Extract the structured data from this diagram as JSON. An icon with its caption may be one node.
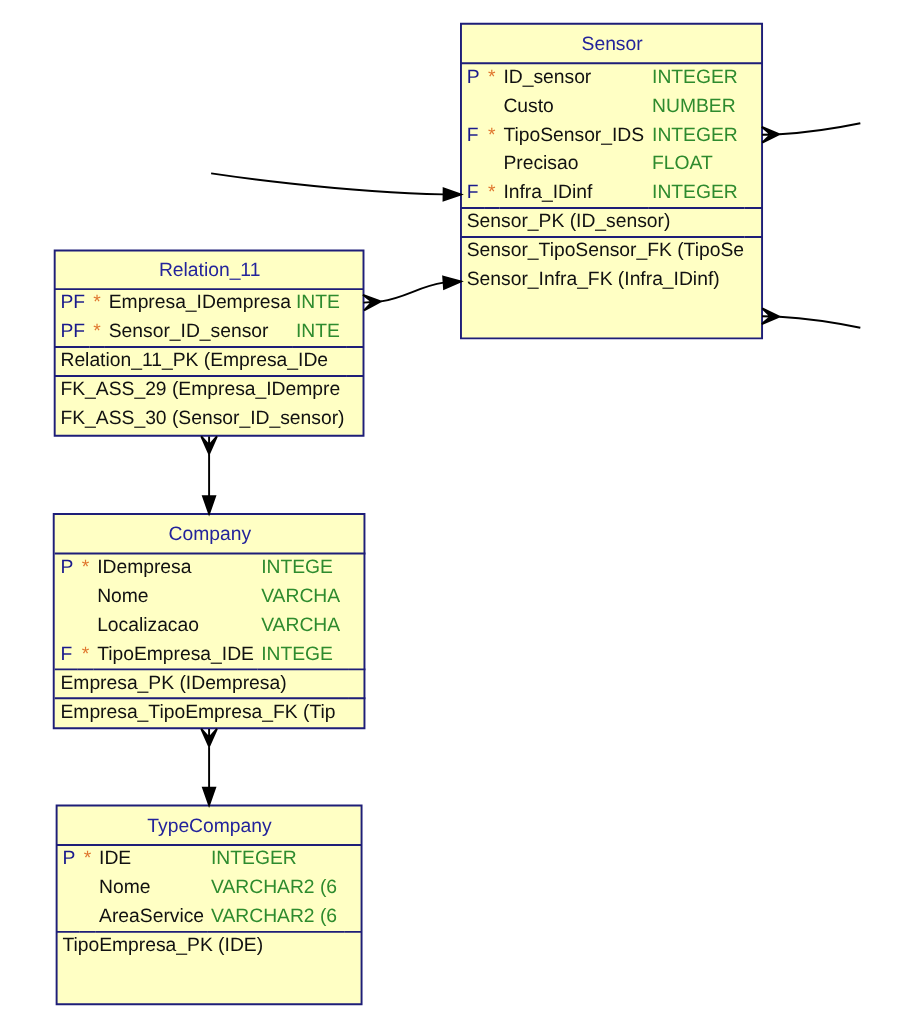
{
  "diagram": {
    "nodes": [
      {
        "text": [
          "Sensor",
          "P",
          "*",
          "ID_sensor",
          "INTEGER",
          "Custo",
          "NUMBER",
          "F",
          "*",
          "TipoSensor_IDS",
          "INTEGER",
          "Precisao",
          "FLOAT",
          "F",
          "*",
          "Infra_IDinf",
          "INTEGER",
          "Sensor_PK (ID_sensor)",
          "Sensor_TipoSensor_FK (TipoSe",
          "Sensor_Infra_FK (Infra_IDinf)"
        ]
      },
      {
        "text": [
          "Relation_11",
          "PF",
          "*",
          "Empresa_IDempresa",
          "INTE",
          "PF",
          "*",
          "Sensor_ID_sensor",
          "INTE",
          "Relation_11_PK (Empresa_IDe",
          "FK_ASS_29 (Empresa_IDempre",
          "FK_ASS_30 (Sensor_ID_sensor)"
        ]
      },
      {
        "text": [
          "Company",
          "P",
          "*",
          "IDempresa",
          "INTEGE",
          "Nome",
          "VARCHA",
          "Localizacao",
          "VARCHA",
          "F",
          "*",
          "TipoEmpresa_IDE",
          "INTEGE",
          "Empresa_PK (IDempresa)",
          "Empresa_TipoEmpresa_FK (Tip"
        ]
      },
      {
        "text": [
          "TypeCompany",
          "P",
          "*",
          "IDE",
          "INTEGER",
          "Nome",
          "VARCHAR2 (6",
          "AreaService",
          "VARCHAR2 (6",
          "TipoEmpresa_PK (IDE)"
        ]
      }
    ],
    "edges": [
      {
        "from": null,
        "to": 0,
        "arrow": "to"
      },
      {
        "from": 0,
        "to": null,
        "arrow": "other"
      },
      {
        "from": 0,
        "to": null,
        "arrow": "other"
      },
      {
        "from": 1,
        "to": 0,
        "arrow": "to"
      },
      {
        "from": 1,
        "to": 2,
        "arrow": "to"
      },
      {
        "from": 2,
        "to": 3,
        "arrow": "to"
      }
    ]
  }
}
